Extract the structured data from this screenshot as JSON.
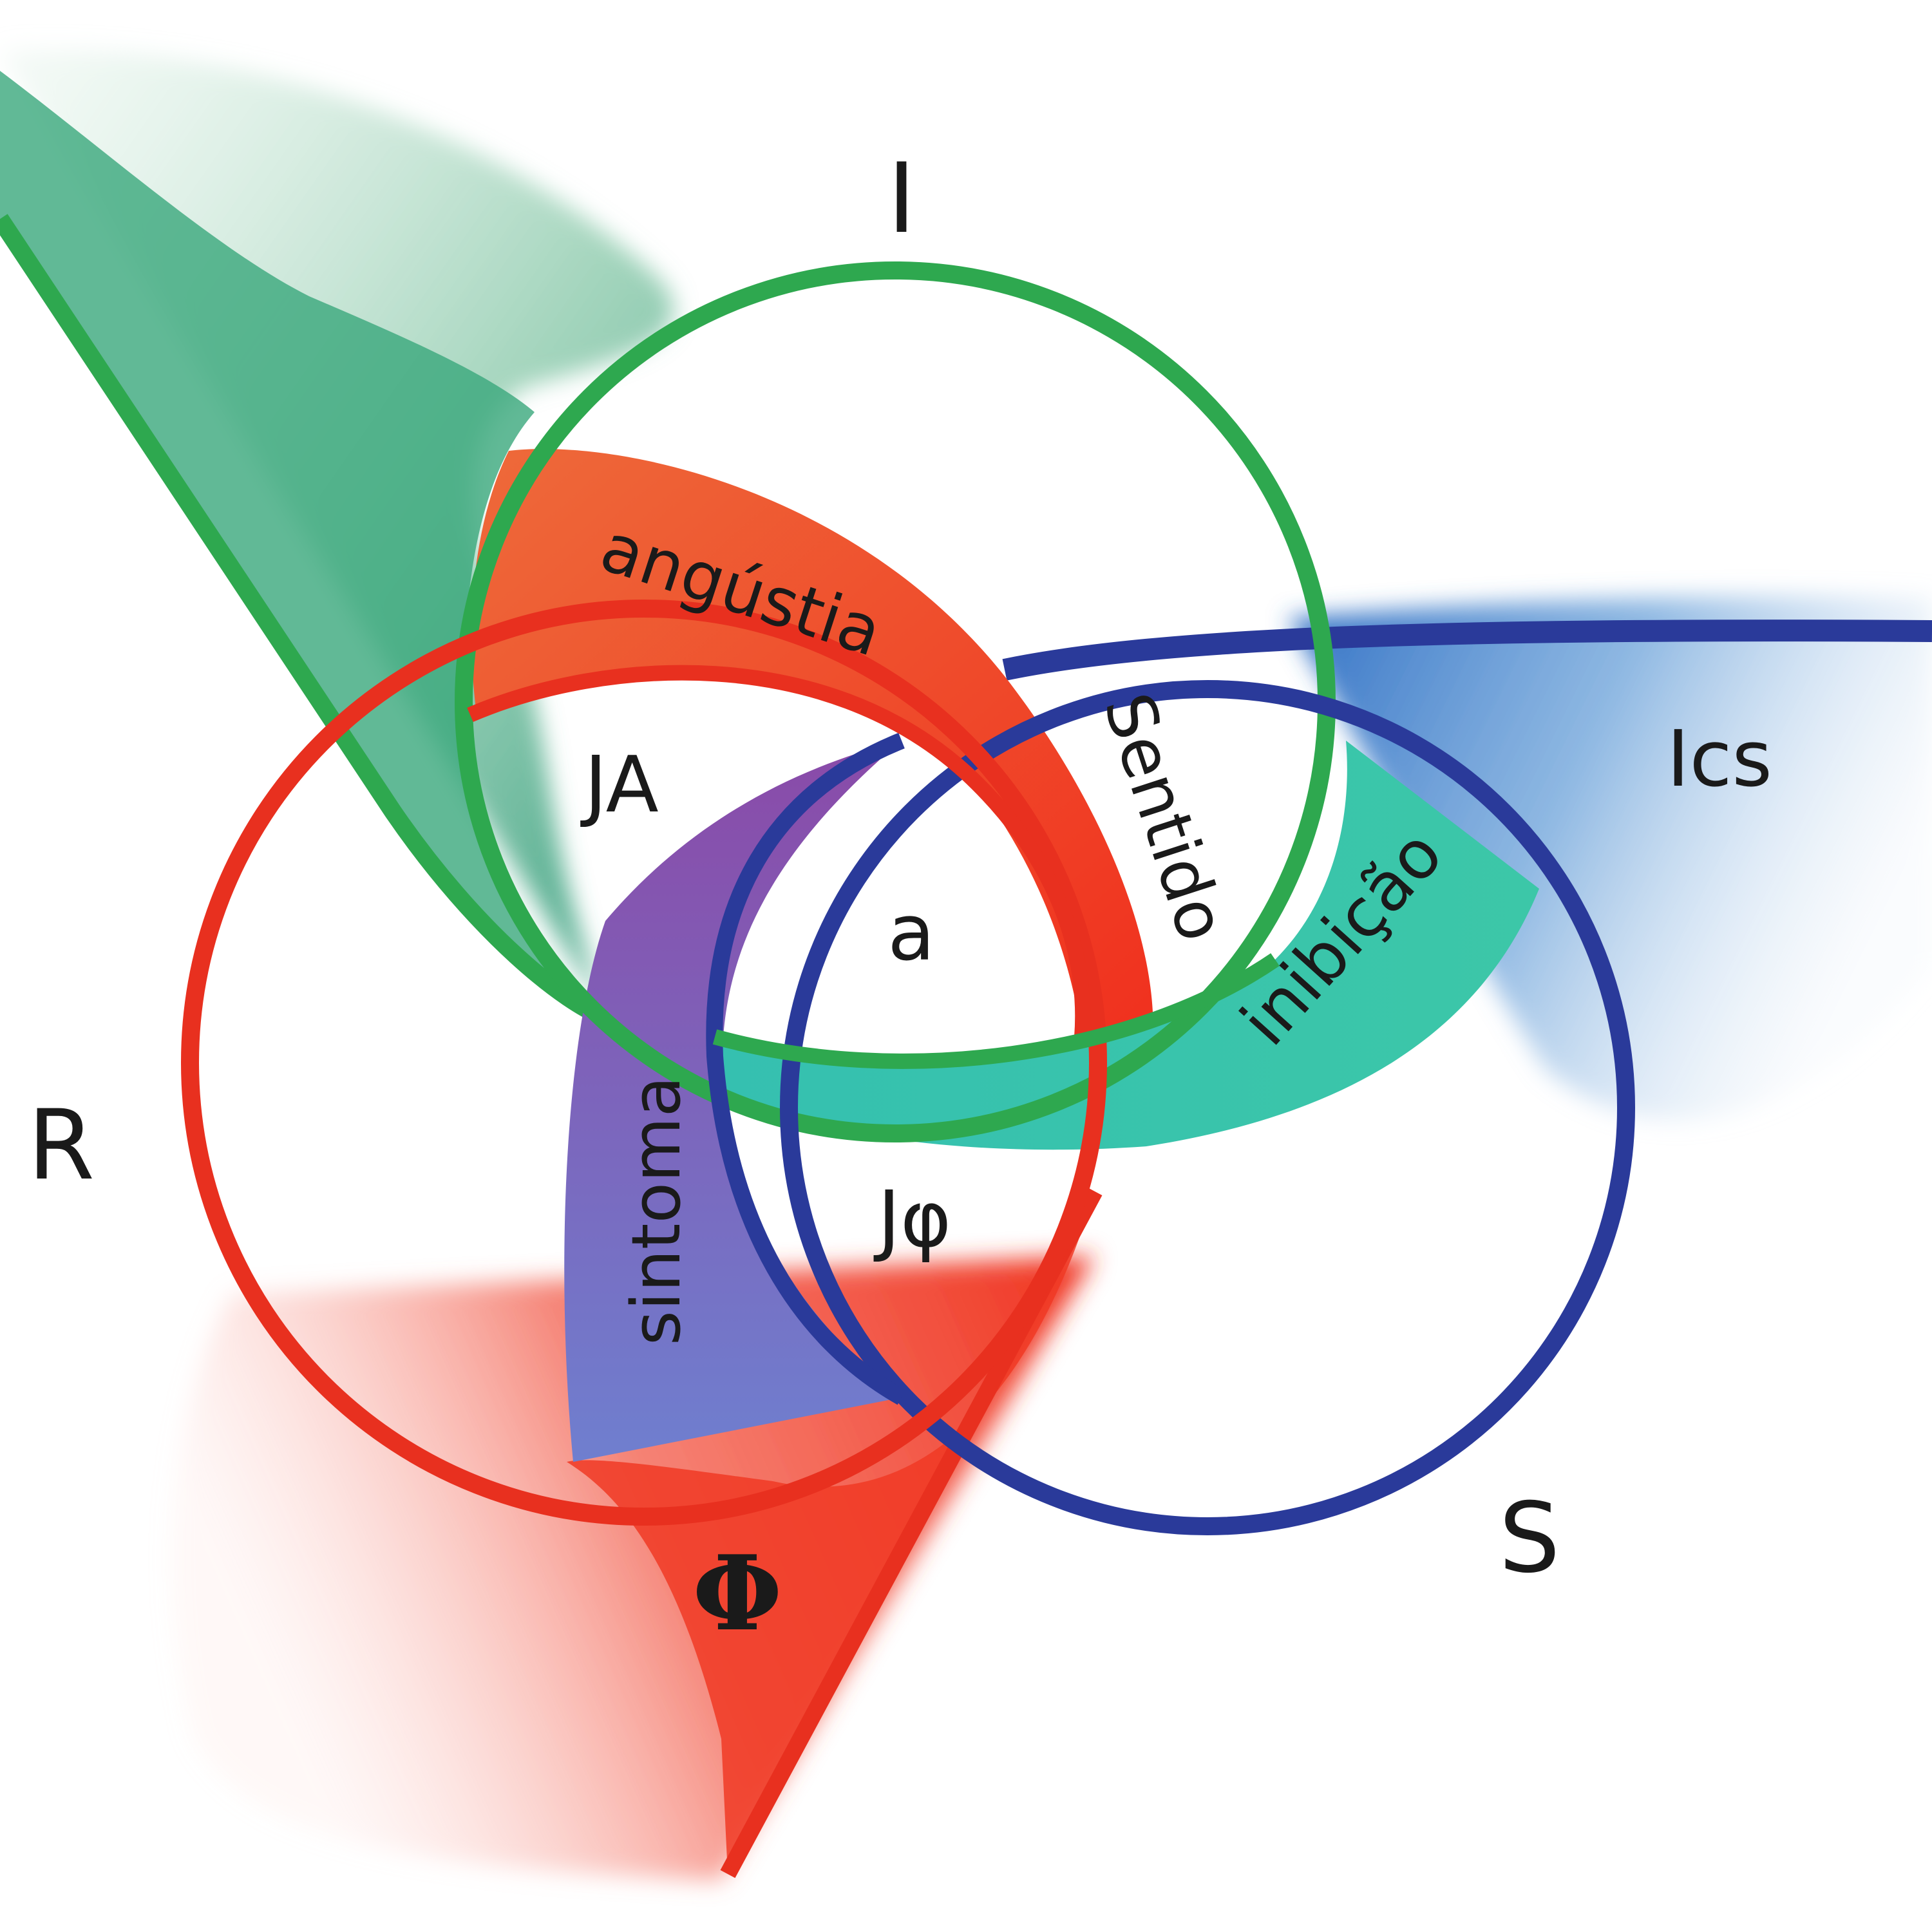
{
  "diagram": {
    "rings": {
      "imaginary": {
        "letter": "I",
        "color": "#2ea84f"
      },
      "real": {
        "letter": "R",
        "color": "#e8301f"
      },
      "symbolic": {
        "letter": "S",
        "color": "#2a3a9a"
      }
    },
    "zones": {
      "anguish": "angústia",
      "sense": "Sentido",
      "inhibition": "inibição",
      "symptom": "sintoma",
      "object": "a",
      "other_jouissance": "JA",
      "phallic_jouissance": "Jφ",
      "phallus": "Φ",
      "unconscious": "Ics"
    }
  }
}
